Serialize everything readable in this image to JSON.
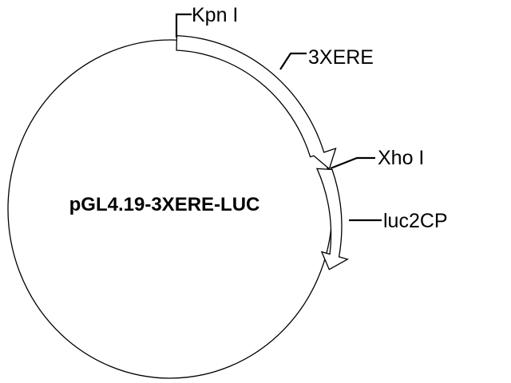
{
  "plasmid": {
    "name": "pGL4.19-3XERE-LUC"
  },
  "features": {
    "kpn1": "Kpn I",
    "ere": "3XERE",
    "xho1": "Xho I",
    "luc": "luc2CP"
  },
  "colors": {
    "line": "#000000",
    "background": "#ffffff",
    "arrow_fill": "#ffffff"
  }
}
